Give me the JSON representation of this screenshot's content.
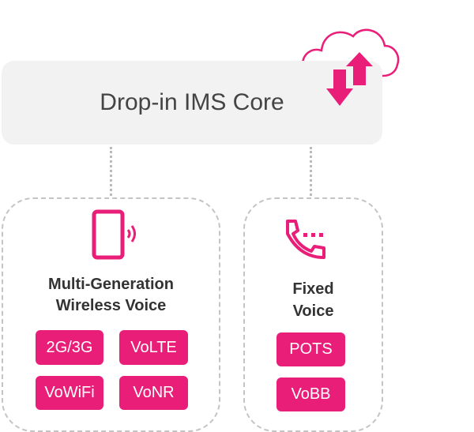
{
  "core": {
    "label": "Drop-in IMS Core"
  },
  "wireless": {
    "title_line1": "Multi-Generation",
    "title_line2": "Wireless Voice",
    "badges": [
      "2G/3G",
      "VoLTE",
      "VoWiFi",
      "VoNR"
    ]
  },
  "fixed": {
    "title_line1": "Fixed",
    "title_line2": "Voice",
    "badges": [
      "POTS",
      "VoBB"
    ]
  },
  "colors": {
    "accent": "#e91e78",
    "box": "#f2f2f2"
  }
}
